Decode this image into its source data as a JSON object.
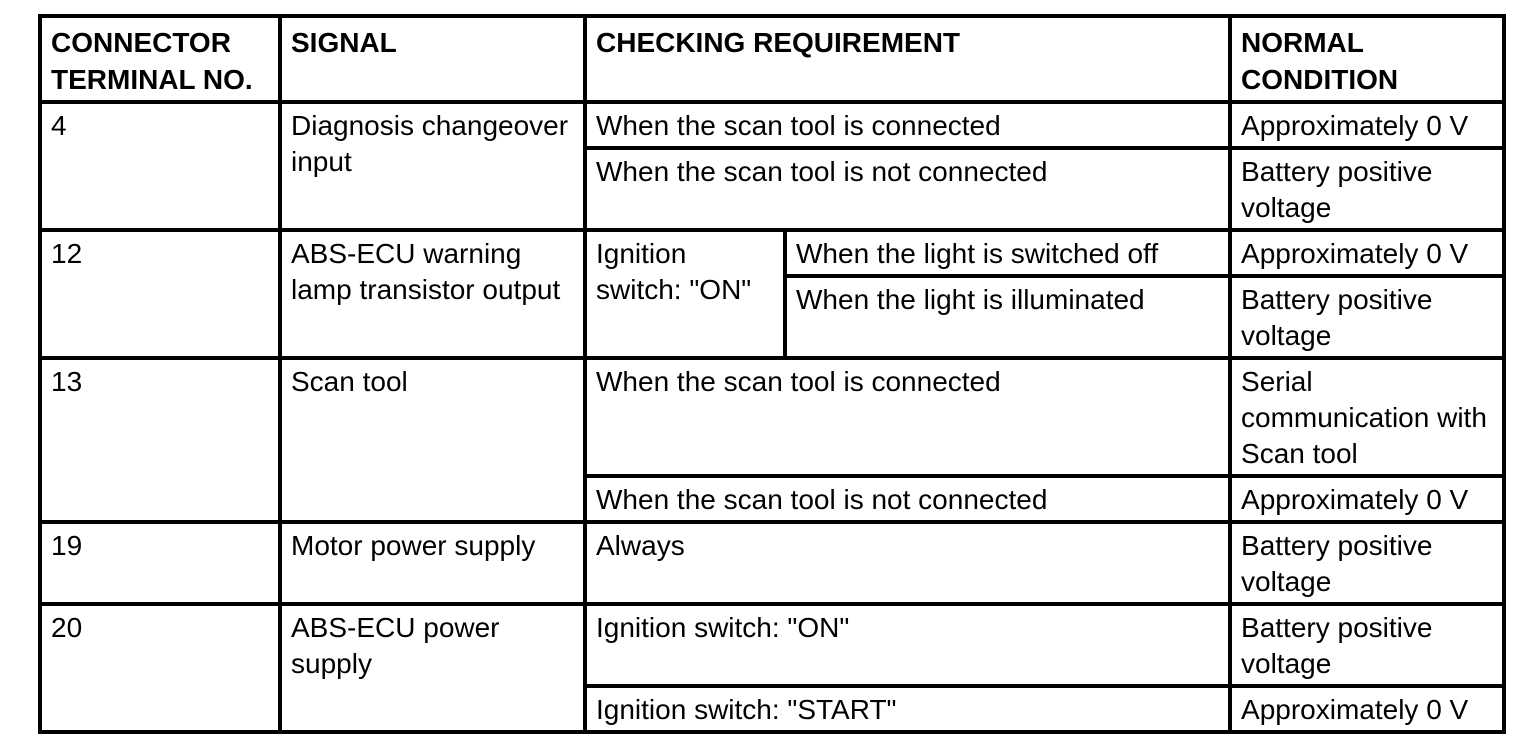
{
  "table": {
    "headers": {
      "terminal": "CONNECTOR TERMINAL NO.",
      "signal": "SIGNAL",
      "checking": "CHECKING REQUIREMENT",
      "normal": "NORMAL CONDITION"
    },
    "rows": [
      {
        "terminal": "4",
        "signal": "Diagnosis changeover input",
        "checks": [
          {
            "requirement": "When the scan tool is connected",
            "normal": "Approximately 0 V"
          },
          {
            "requirement": "When the scan tool is not connected",
            "normal": "Battery positive voltage"
          }
        ]
      },
      {
        "terminal": "12",
        "signal": "ABS-ECU warning lamp transistor output",
        "condition": "Ignition switch: \"ON\"",
        "checks": [
          {
            "requirement": "When the light is switched off",
            "normal": "Approximately 0 V"
          },
          {
            "requirement": "When the light is illuminated",
            "normal": "Battery positive voltage"
          }
        ]
      },
      {
        "terminal": "13",
        "signal": "Scan tool",
        "checks": [
          {
            "requirement": "When the scan tool is connected",
            "normal": "Serial communication with Scan tool"
          },
          {
            "requirement": "When the scan tool is not connected",
            "normal": "Approximately 0 V"
          }
        ]
      },
      {
        "terminal": "19",
        "signal": "Motor power supply",
        "checks": [
          {
            "requirement": "Always",
            "normal": "Battery positive voltage"
          }
        ]
      },
      {
        "terminal": "20",
        "signal": "ABS-ECU power supply",
        "checks": [
          {
            "requirement": "Ignition switch: \"ON\"",
            "normal": "Battery positive voltage"
          },
          {
            "requirement": "Ignition switch: \"START\"",
            "normal": "Approximately 0 V"
          }
        ]
      }
    ]
  }
}
